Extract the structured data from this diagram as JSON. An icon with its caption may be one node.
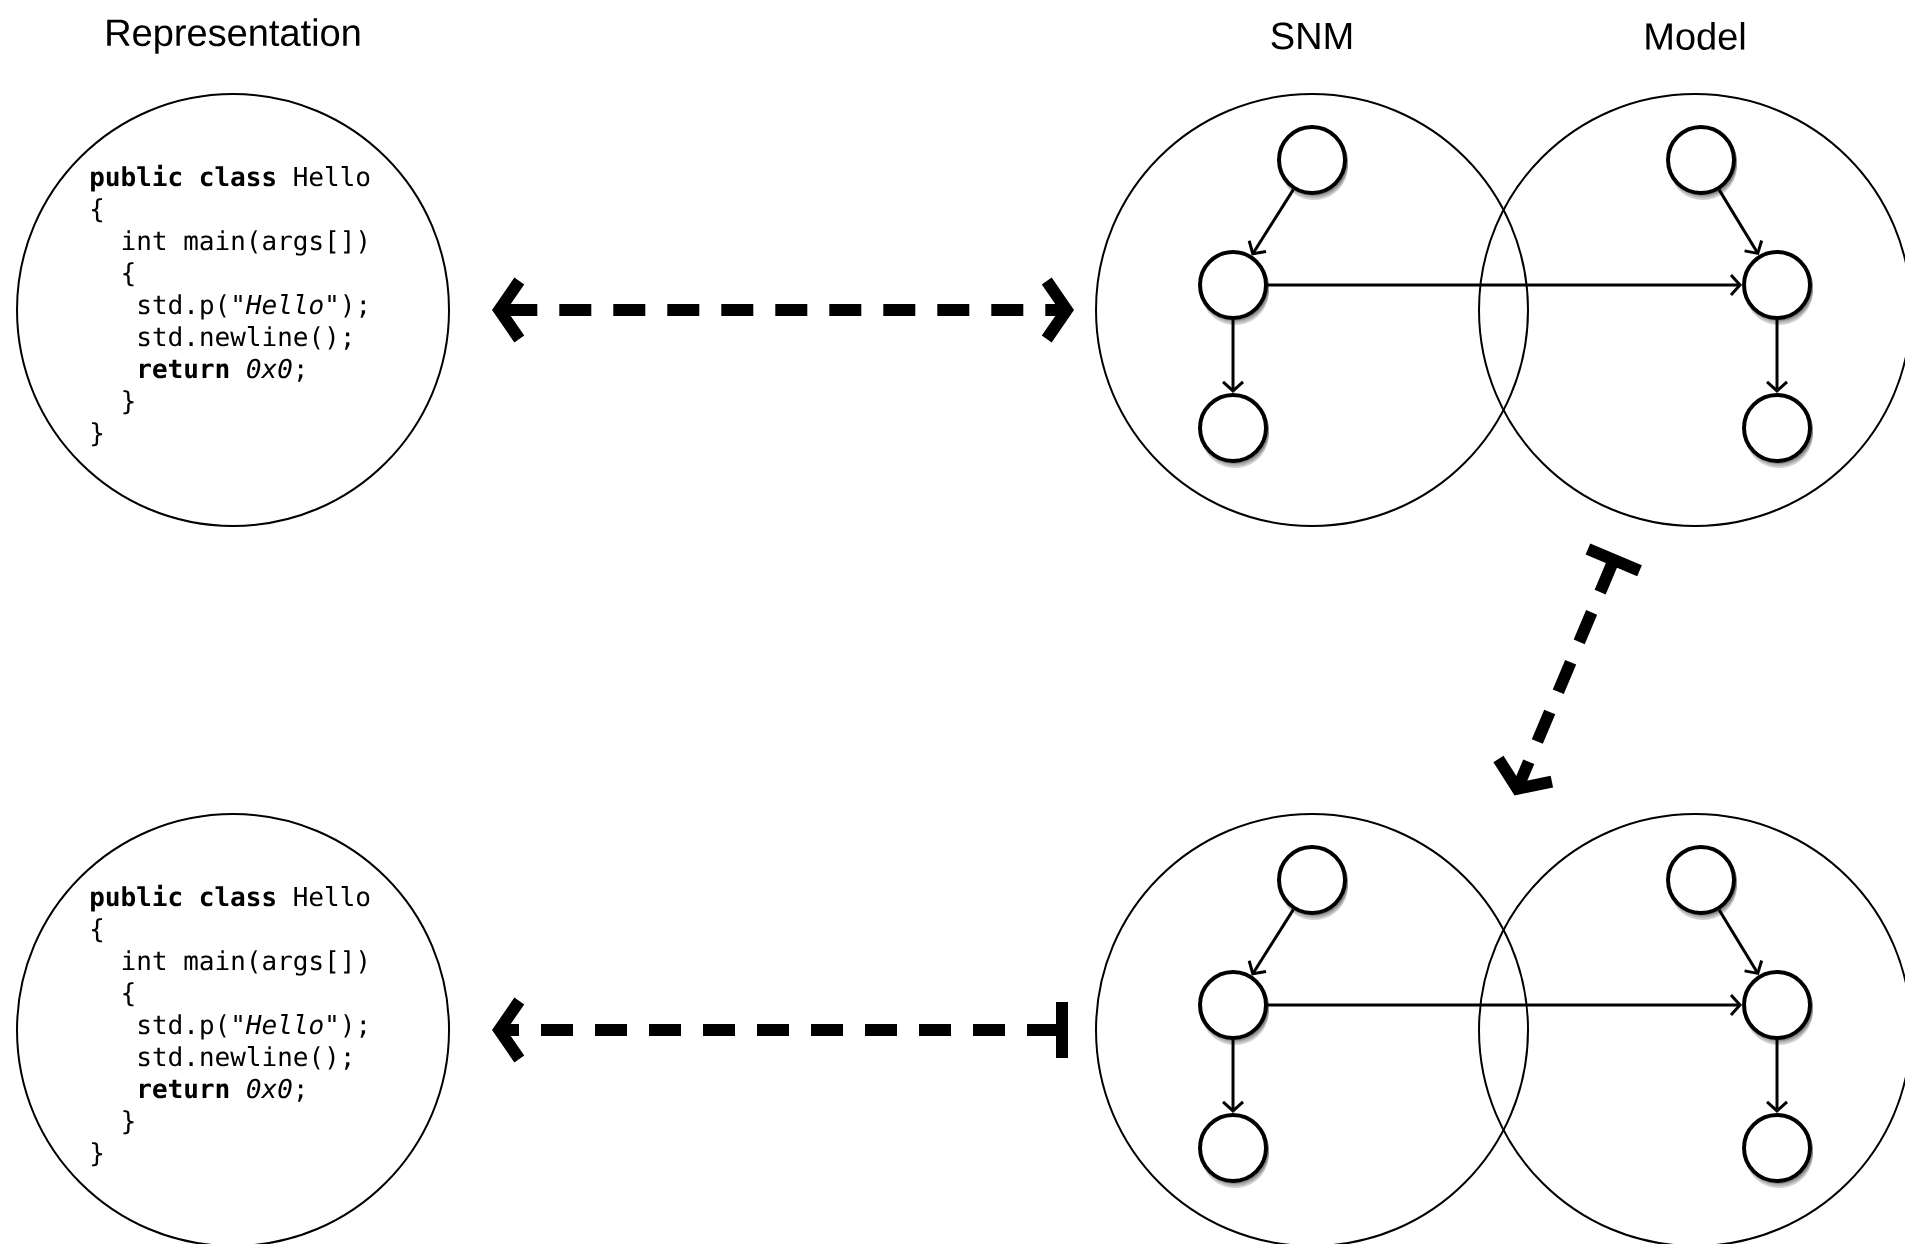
{
  "diagram": {
    "nodes": [
      {
        "text": [
          "Representation",
          "**public class** Hello",
          "{",
          "int main(args[])",
          "{",
          "std.p(*\"Hello\"*);",
          "std.newline();",
          "**return** *0x0*;",
          "}",
          "}"
        ]
      },
      {
        "text": [
          "SNM"
        ]
      },
      {
        "text": [
          "Model"
        ]
      },
      {
        "text": [],
        "shape": "circle",
        "in": 1
      },
      {
        "text": [],
        "shape": "circle",
        "in": 1
      },
      {
        "text": [],
        "shape": "circle",
        "in": 1
      },
      {
        "text": [],
        "shape": "circle",
        "in": 2
      },
      {
        "text": [],
        "shape": "circle",
        "in": 2
      },
      {
        "text": [],
        "shape": "circle",
        "in": 2
      },
      {
        "text": [
          "**public class** Hello",
          "{",
          "int main(args[])",
          "{",
          "std.p(*\"Hello\"*);",
          "std.newline();",
          "**return** *0x0*;",
          "}",
          "}"
        ]
      },
      {
        "text": [],
        "shape": "circle"
      },
      {
        "text": [],
        "shape": "circle"
      },
      {
        "text": [],
        "shape": "circle",
        "in": 10
      },
      {
        "text": [],
        "shape": "circle",
        "in": 10
      },
      {
        "text": [],
        "shape": "circle",
        "in": 10
      },
      {
        "text": [],
        "shape": "circle",
        "in": 11
      },
      {
        "text": [],
        "shape": "circle",
        "in": 11
      },
      {
        "text": [],
        "shape": "circle",
        "in": 11
      }
    ],
    "edges": [
      {
        "from": 0,
        "to": 1,
        "arrow": "both",
        "style": "dashed"
      },
      {
        "from": 3,
        "to": 4,
        "arrow": "to"
      },
      {
        "from": 4,
        "to": 5,
        "arrow": "to"
      },
      {
        "from": 4,
        "to": 7,
        "arrow": "to"
      },
      {
        "from": 6,
        "to": 7,
        "arrow": "to"
      },
      {
        "from": 7,
        "to": 8,
        "arrow": "to"
      },
      {
        "from": 2,
        "to": 10,
        "arrow": "to",
        "style": "dashed"
      },
      {
        "from": 12,
        "to": 13,
        "arrow": "to"
      },
      {
        "from": 13,
        "to": 14,
        "arrow": "to"
      },
      {
        "from": 13,
        "to": 16,
        "arrow": "to"
      },
      {
        "from": 15,
        "to": 16,
        "arrow": "to"
      },
      {
        "from": 16,
        "to": 17,
        "arrow": "to"
      },
      {
        "from": 10,
        "to": 9,
        "arrow": "to",
        "style": "dashed"
      }
    ]
  }
}
